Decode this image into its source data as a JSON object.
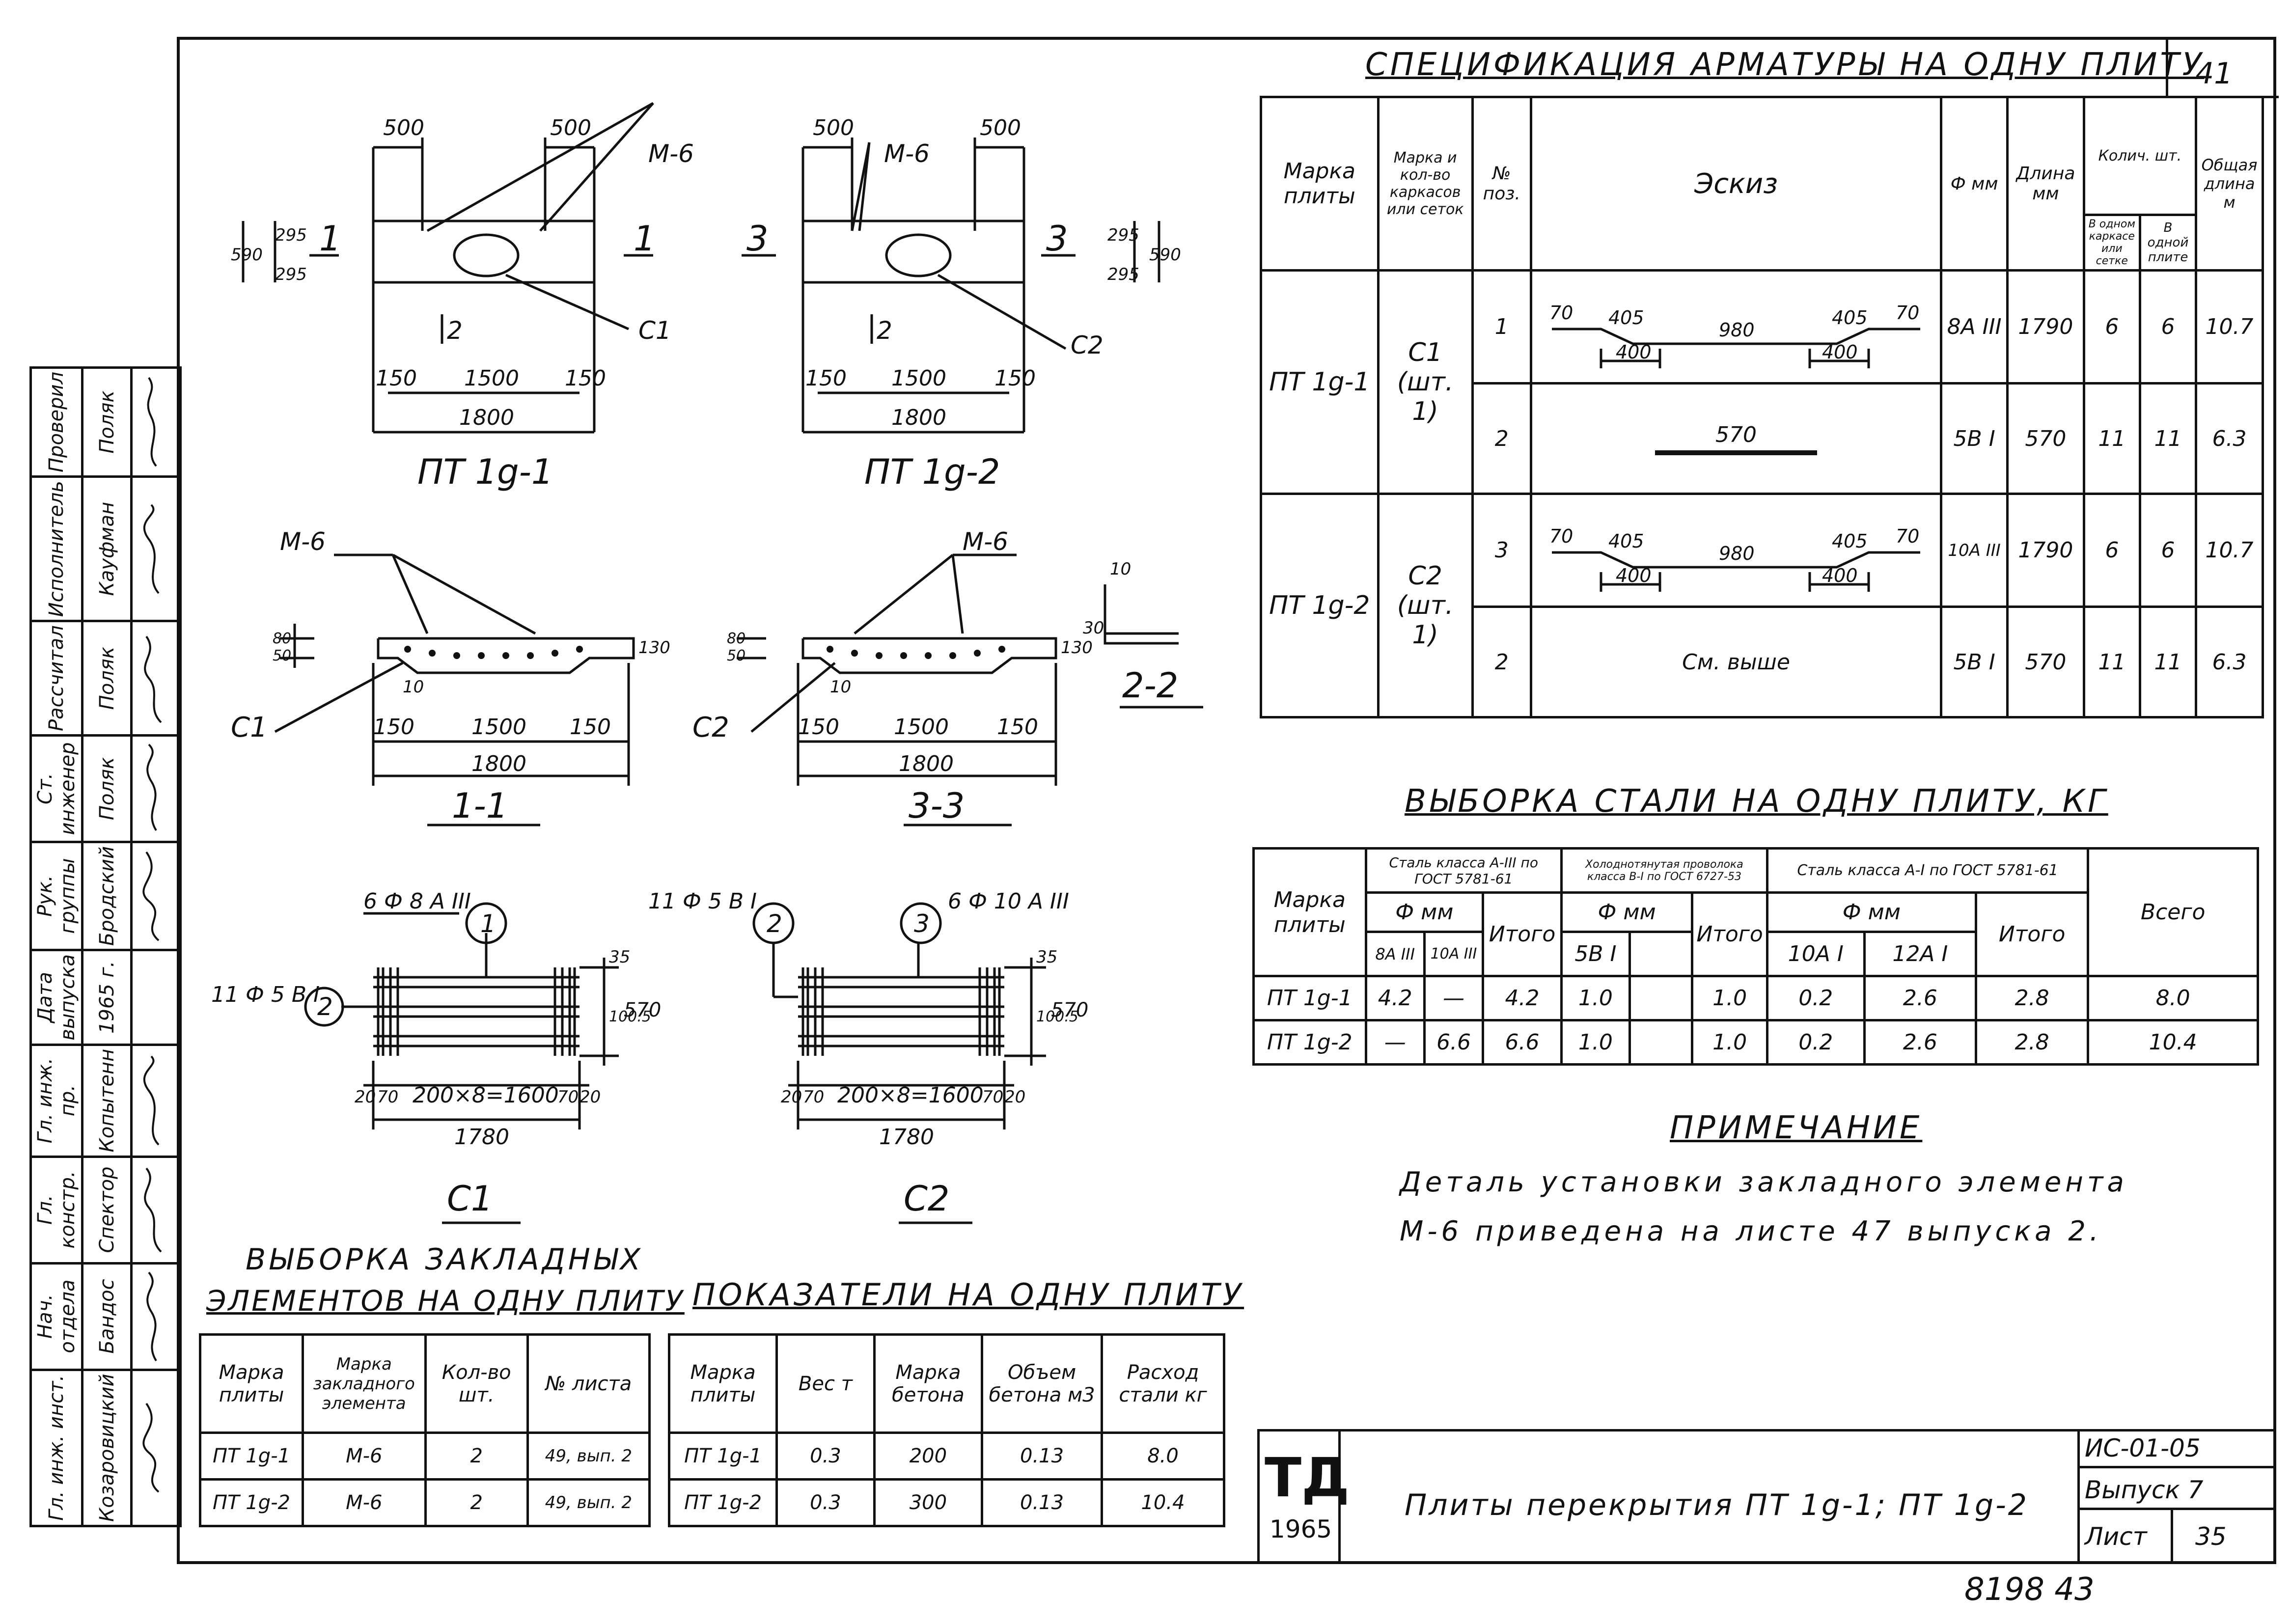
{
  "sheet_number": "41",
  "footer_note": "8198  43",
  "spec": {
    "title": "СПЕЦИФИКАЦИЯ АРМАТУРЫ НА ОДНУ ПЛИТУ",
    "headers": {
      "plate_mark": "Марка плиты",
      "cage_mark": "Марка и кол-во каркасов или сеток",
      "pos": "№ поз.",
      "sketch": "Эскиз",
      "dia": "Ф мм",
      "length": "Длина мм",
      "qty": "Колич. шт.",
      "qty_cage": "В одном каркасе или сетке",
      "qty_plate": "В одной плите",
      "total_len": "Общая длина м"
    },
    "rows": [
      {
        "plate": "ПТ 1g-1",
        "cage": "С1 (шт. 1)",
        "pos": "1",
        "dia": "8А III",
        "len": "1790",
        "qc": "6",
        "qp": "6",
        "total": "10.7",
        "sketch": {
          "h": "70",
          "a": "405",
          "mid": "980",
          "b": "405",
          "c": "70",
          "w1": "400",
          "w2": "400"
        }
      },
      {
        "plate": "",
        "cage": "",
        "pos": "2",
        "dia": "5В I",
        "len": "570",
        "qc": "11",
        "qp": "11",
        "total": "6.3",
        "sketch_text": "570"
      },
      {
        "plate": "ПТ 1g-2",
        "cage": "С2 (шт. 1)",
        "pos": "3",
        "dia": "10А III",
        "len": "1790",
        "qc": "6",
        "qp": "6",
        "total": "10.7",
        "sketch": {
          "h": "70",
          "a": "405",
          "mid": "980",
          "b": "405",
          "c": "70",
          "w1": "400",
          "w2": "400"
        }
      },
      {
        "plate": "",
        "cage": "",
        "pos": "2",
        "dia": "5В I",
        "len": "570",
        "qc": "11",
        "qp": "11",
        "total": "6.3",
        "sketch_text": "См. выше"
      }
    ]
  },
  "steel": {
    "title": "ВЫБОРКА СТАЛИ НА ОДНУ ПЛИТУ, КГ",
    "headers": {
      "plate_mark": "Марка плиты",
      "class_a3": "Сталь класса А-III по ГОСТ 5781-61",
      "class_b1": "Холоднотянутая проволока класса В-I по ГОСТ 6727-53",
      "class_a1": "Сталь класса А-I по ГОСТ 5781-61",
      "dia_mm": "Ф мм",
      "total": "Итого",
      "grand": "Всего",
      "d_8a3": "8А III",
      "d_10a3": "10А III",
      "d_5b1": "5В I",
      "d_10a1": "10А I",
      "d_12a1": "12А I"
    },
    "rows": [
      [
        "ПТ 1g-1",
        "4.2",
        "—",
        "4.2",
        "1.0",
        "",
        "1.0",
        "0.2",
        "2.6",
        "2.8",
        "8.0"
      ],
      [
        "ПТ 1g-2",
        "—",
        "6.6",
        "6.6",
        "1.0",
        "",
        "1.0",
        "0.2",
        "2.6",
        "2.8",
        "10.4"
      ]
    ]
  },
  "note": {
    "title": "ПРИМЕЧАНИЕ",
    "line1": "Деталь установки закладного элемента",
    "line2": "М-6 приведена на листе 47 выпуска 2."
  },
  "embedded": {
    "title1": "ВЫБОРКА ЗАКЛАДНЫХ",
    "title2": "ЭЛЕМЕНТОВ НА ОДНУ ПЛИТУ",
    "headers": [
      "Марка плиты",
      "Марка закладного элемента",
      "Кол-во шт.",
      "№ листа"
    ],
    "rows": [
      [
        "ПТ 1g-1",
        "М-6",
        "2",
        "49, вып. 2"
      ],
      [
        "ПТ 1g-2",
        "М-6",
        "2",
        "49, вып. 2"
      ]
    ]
  },
  "indicators": {
    "title": "ПОКАЗАТЕЛИ НА ОДНУ ПЛИТУ",
    "headers": [
      "Марка плиты",
      "Вес т",
      "Марка бетона",
      "Объем бетона м3",
      "Расход стали кг"
    ],
    "rows": [
      [
        "ПТ 1g-1",
        "0.3",
        "200",
        "0.13",
        "8.0"
      ],
      [
        "ПТ 1g-2",
        "0.3",
        "300",
        "0.13",
        "10.4"
      ]
    ]
  },
  "titleblock": {
    "logo": "ТД",
    "year": "1965",
    "title": "Плиты перекрытия ПТ 1g-1; ПТ 1g-2",
    "code": "ИС-01-05",
    "issue": "Выпуск 7",
    "sheet_label": "Лист",
    "sheet": "35"
  },
  "stamp": {
    "roles": [
      "Гл. инж. инст.",
      "Нач. отдела",
      "Гл. констр.",
      "Гл. инж. пр.",
      "Дата выпуска",
      "Рук. группы",
      "Ст. инженер",
      "Рассчитал",
      "Исполнитель",
      "Проверил"
    ],
    "names": [
      "Козаровицкий",
      "Бандос",
      "Спектор",
      "Копытенн",
      "1965 г.",
      "Бродский",
      "Поляк",
      "Поляк",
      "Кауфман",
      "Поляк"
    ]
  },
  "drawings": {
    "pt1": {
      "title": "ПТ 1g-1",
      "d500a": "500",
      "d500b": "500",
      "h590": "590",
      "h295": "295",
      "h295b": "295",
      "d150a": "150",
      "d1500": "1500",
      "d150b": "150",
      "d1800": "1800",
      "cut": "1",
      "pos": "2",
      "m6": "М-6",
      "c": "С1"
    },
    "pt2": {
      "title": "ПТ 1g-2",
      "d500a": "500",
      "d500b": "500",
      "h590": "590",
      "h295": "295",
      "h295b": "295",
      "d150a": "150",
      "d1500": "1500",
      "d150b": "150",
      "d1800": "1800",
      "cut": "3",
      "pos": "2",
      "m6": "М-6",
      "c": "С2"
    },
    "s11": {
      "title": "1-1",
      "m6": "М-6",
      "c": "С1",
      "d50": "50",
      "d80": "80",
      "d130": "130",
      "d10": "10",
      "d150a": "150",
      "d1500": "1500",
      "d150b": "150",
      "d1800": "1800"
    },
    "s33": {
      "title": "3-3",
      "m6": "М-6",
      "c": "С2",
      "d50": "50",
      "d80": "80",
      "d130": "130",
      "d10": "10",
      "d150a": "150",
      "d1500": "1500",
      "d150b": "150",
      "d1800": "1800"
    },
    "s22": {
      "title": "2-2",
      "d10": "10",
      "d30": "30"
    },
    "c1": {
      "title": "С1",
      "lbl_top": "6 Ф 8 А III",
      "lbl_left": "11 Ф 5 В I",
      "m1": "1",
      "m2": "2",
      "d35": "35",
      "d100": "100.5",
      "d570": "570",
      "d20a": "20",
      "d70a": "70",
      "span": "200×8=1600",
      "d70b": "70",
      "d20b": "20",
      "d1780": "1780"
    },
    "c2": {
      "title": "С2",
      "lbl_left": "11 Ф 5 В I",
      "lbl_top": "6 Ф 10 А III",
      "m2": "2",
      "m3": "3",
      "d35": "35",
      "d100": "100.5",
      "d570": "570",
      "d20a": "20",
      "d70a": "70",
      "span": "200×8=1600",
      "d70b": "70",
      "d20b": "20",
      "d1780": "1780"
    }
  }
}
